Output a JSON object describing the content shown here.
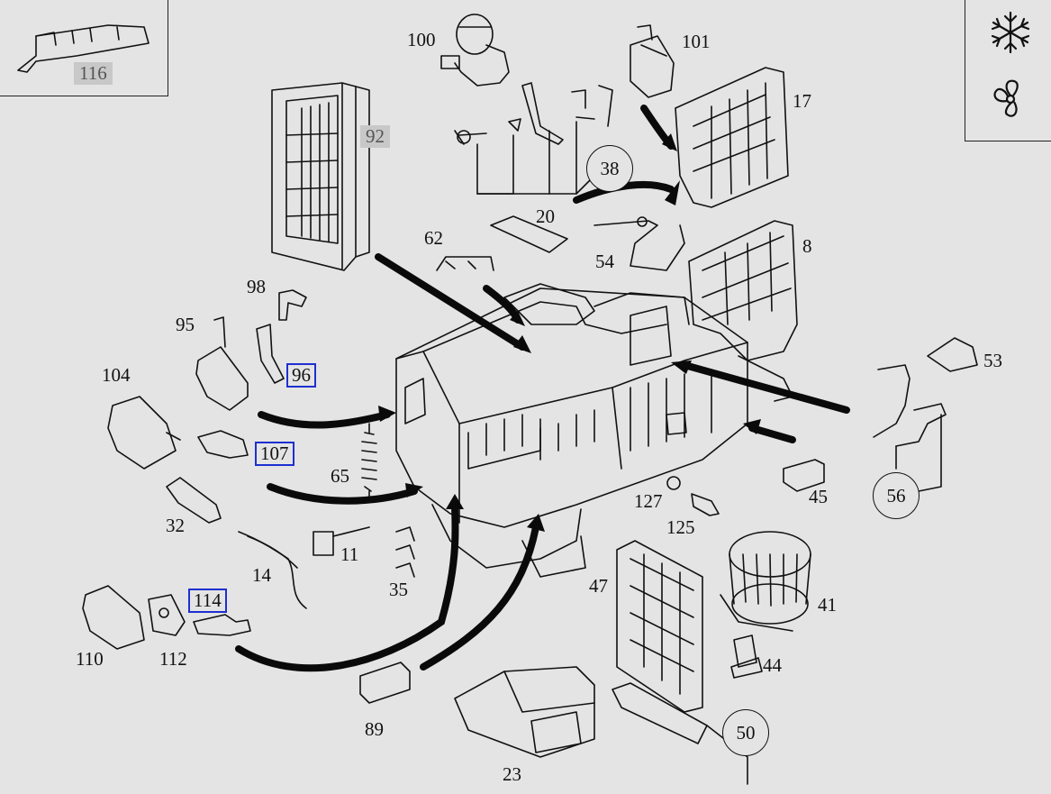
{
  "callouts": [
    {
      "id": "l116",
      "text": "116",
      "style": "grey"
    },
    {
      "id": "l92",
      "text": "92",
      "style": "grey"
    },
    {
      "id": "l100",
      "text": "100"
    },
    {
      "id": "l101",
      "text": "101"
    },
    {
      "id": "l17",
      "text": "17"
    },
    {
      "id": "l38",
      "text": "38",
      "style": "circle"
    },
    {
      "id": "l20",
      "text": "20"
    },
    {
      "id": "l62",
      "text": "62"
    },
    {
      "id": "l54",
      "text": "54"
    },
    {
      "id": "l8",
      "text": "8"
    },
    {
      "id": "l98",
      "text": "98"
    },
    {
      "id": "l95",
      "text": "95"
    },
    {
      "id": "l96",
      "text": "96",
      "style": "boxed"
    },
    {
      "id": "l104",
      "text": "104"
    },
    {
      "id": "l107",
      "text": "107",
      "style": "boxed"
    },
    {
      "id": "l65",
      "text": "65"
    },
    {
      "id": "l32",
      "text": "32"
    },
    {
      "id": "l11",
      "text": "11"
    },
    {
      "id": "l14",
      "text": "14"
    },
    {
      "id": "l35",
      "text": "35"
    },
    {
      "id": "l114",
      "text": "114",
      "style": "boxed"
    },
    {
      "id": "l110",
      "text": "110"
    },
    {
      "id": "l112",
      "text": "112"
    },
    {
      "id": "l89",
      "text": "89"
    },
    {
      "id": "l23",
      "text": "23"
    },
    {
      "id": "l47",
      "text": "47"
    },
    {
      "id": "l50",
      "text": "50",
      "style": "circle"
    },
    {
      "id": "l41",
      "text": "41"
    },
    {
      "id": "l44",
      "text": "44"
    },
    {
      "id": "l127",
      "text": "127"
    },
    {
      "id": "l125",
      "text": "125"
    },
    {
      "id": "l45",
      "text": "45"
    },
    {
      "id": "l53",
      "text": "53"
    },
    {
      "id": "l56",
      "text": "56",
      "style": "circle"
    }
  ],
  "icons": {
    "top": "snowflake-icon",
    "bottom": "fan-icon"
  },
  "colors": {
    "background": "#e4e4e4",
    "line": "#111111",
    "highlight_box": "#1f2fd0",
    "grey_label": "#c8c8c8"
  }
}
